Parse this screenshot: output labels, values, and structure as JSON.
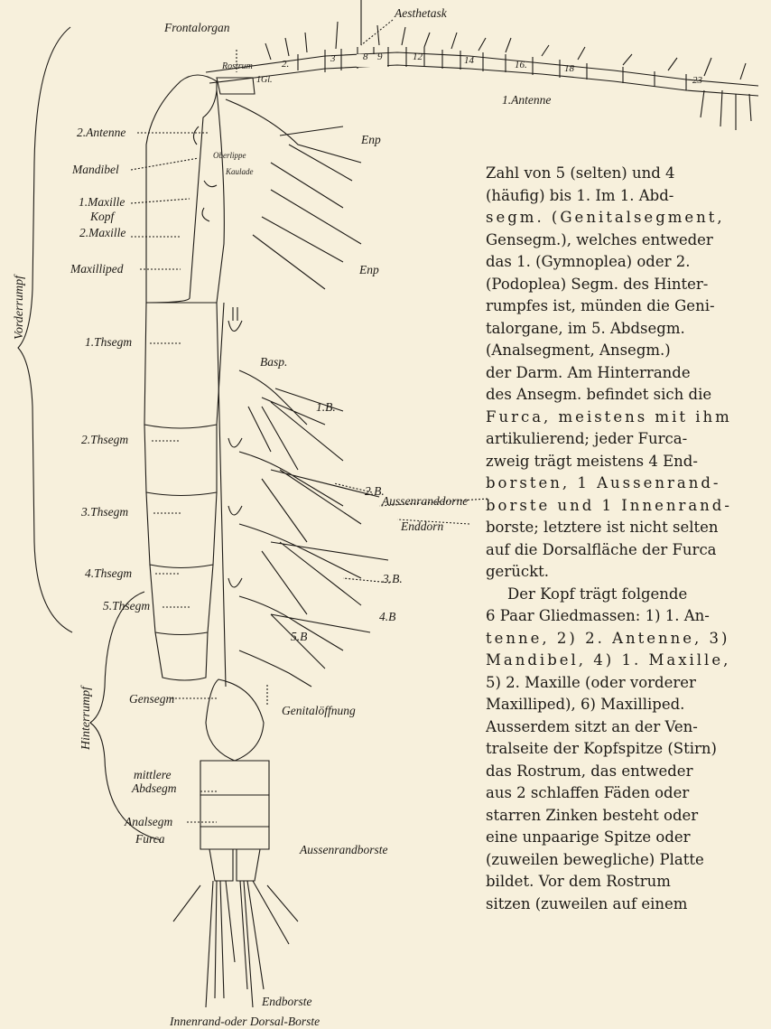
{
  "figure": {
    "labels": {
      "frontalorgan": "Frontalorgan",
      "aesthetask": "Aesthetask",
      "antenne1": "1.Antenne",
      "antenne2": "2.Antenne",
      "mandibel": "Mandibel",
      "maxille1": "1.Maxille",
      "kopf": "Kopf",
      "maxille2": "2.Maxille",
      "maxilliped": "Maxilliped",
      "thsegm1": "1.Thsegm",
      "thsegm2": "2.Thsegm",
      "thsegm3": "3.Thsegm",
      "thsegm4": "4.Thsegm",
      "thsegm5": "5.Thsegm",
      "gensegm": "Gensegm",
      "mittlere": "mittlere",
      "abdsegm": "Abdsegm",
      "analsegm": "Analsegm",
      "furca": "Furca",
      "vorderrumpf": "Vorderrumpf",
      "hinterrumpf": "Hinterrumpf",
      "enp_top": "Enp",
      "enp_mid": "Enp",
      "basp": "Basp.",
      "b1": "1.B.",
      "b2": "2.B.",
      "b3": "3.B.",
      "b4": "4.B",
      "b5": "5.B",
      "aussenranddorne": "Aussenranddorne",
      "enddorn": "Enddorn",
      "genitaloeffnung": "Genitalöffnung",
      "aussenrandborste": "Aussenrandborste",
      "endborste": "Endborste",
      "innenrand": "Innenrand-oder Dorsal-Borste",
      "rostrum": "Rostrum",
      "gl1": "1Gl.",
      "oberlippe": "Oberlippe",
      "kaulade": "Kaulade"
    },
    "antenna_segments": [
      "2.",
      "3",
      "8",
      "9",
      "12",
      "14",
      "16.",
      "18",
      "23"
    ]
  },
  "body_text": {
    "lines": [
      "Zahl von 5 (selten) und 4",
      "(häufig) bis 1. Im 1. Abd-",
      "segm. (Genitalsegment,",
      "Gensegm.), welches entweder",
      "das 1. (Gymnoplea) oder 2.",
      "(Podoplea) Segm. des Hinter-",
      "rumpfes ist, münden die Geni-",
      "talorgane, im 5. Abdsegm.",
      "(Analsegment, Ansegm.)",
      "der Darm. Am Hinterrande",
      "des Ansegm. befindet sich die",
      "Furca, meistens mit ihm",
      "artikulierend; jeder Furca-",
      "zweig trägt meistens 4 End-",
      "borsten, 1 Aussenrand-",
      "borste und 1 Innenrand-",
      "borste; letztere ist nicht selten",
      "auf die Dorsalfläche der Furca",
      "gerückt.",
      "Der Kopf trägt folgende",
      "6 Paar Gliedmassen: 1) 1. An-",
      "tenne, 2) 2. Antenne, 3)",
      "Mandibel, 4) 1. Maxille,",
      "5) 2. Maxille (oder vorderer",
      "Maxilliped), 6) Maxilliped.",
      "Ausserdem sitzt an der Ven-",
      "tralseite der Kopfspitze (Stirn)",
      "das Rostrum, das entweder",
      "aus 2 schlaffen Fäden oder",
      "starren Zinken besteht oder",
      "eine unpaarige Spitze oder",
      "(zuweilen bewegliche) Platte",
      "bildet. Vor dem Rostrum",
      "sitzen (zuweilen auf einem"
    ]
  }
}
